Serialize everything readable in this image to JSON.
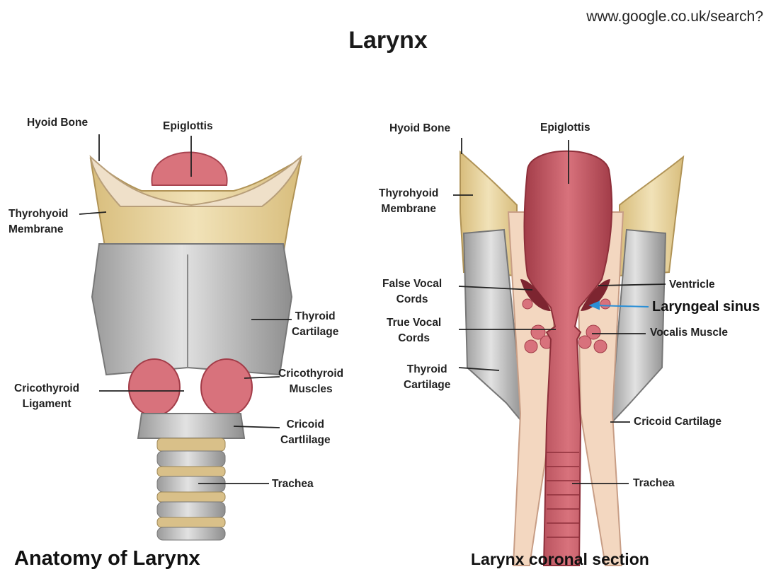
{
  "header": {
    "url": "www.google.co.uk/search?",
    "title": "Larynx"
  },
  "left_diagram": {
    "caption": "Anatomy of Larynx",
    "labels": {
      "hyoid_bone": "Hyoid Bone",
      "epiglottis": "Epiglottis",
      "thyrohyoid_membrane": "Thyrohyoid\nMembrane",
      "thyroid_cartilage": "Thyroid\nCartilage",
      "cricothyroid_muscles": "Cricothyroid\nMuscles",
      "cricothyroid_ligament": "Cricothyroid\nLigament",
      "cricoid_cartilage": "Cricoid\nCartlilage",
      "trachea": "Trachea"
    }
  },
  "right_diagram": {
    "caption": "Larynx coronal section",
    "labels": {
      "hyoid_bone": "Hyoid Bone",
      "epiglottis": "Epiglottis",
      "thyrohyoid_membrane": "Thyrohyoid\nMembrane",
      "false_vocal_cords": "False Vocal\nCords",
      "true_vocal_cords": "True Vocal\nCords",
      "thyroid_cartilage": "Thyroid\nCartilage",
      "ventricle": "Ventricle",
      "laryngeal_sinus": "Laryngeal sinus",
      "vocalis_muscle": "Vocalis Muscle",
      "cricoid_cartilage": "Cricoid Cartilage",
      "trachea": "Trachea"
    }
  },
  "colors": {
    "bone": "#e9d6a6",
    "cartilage": "#c9c9c9",
    "muscle": "#d7707a",
    "mucosa": "#b64a55",
    "pointer_blue": "#2a8fd6"
  }
}
